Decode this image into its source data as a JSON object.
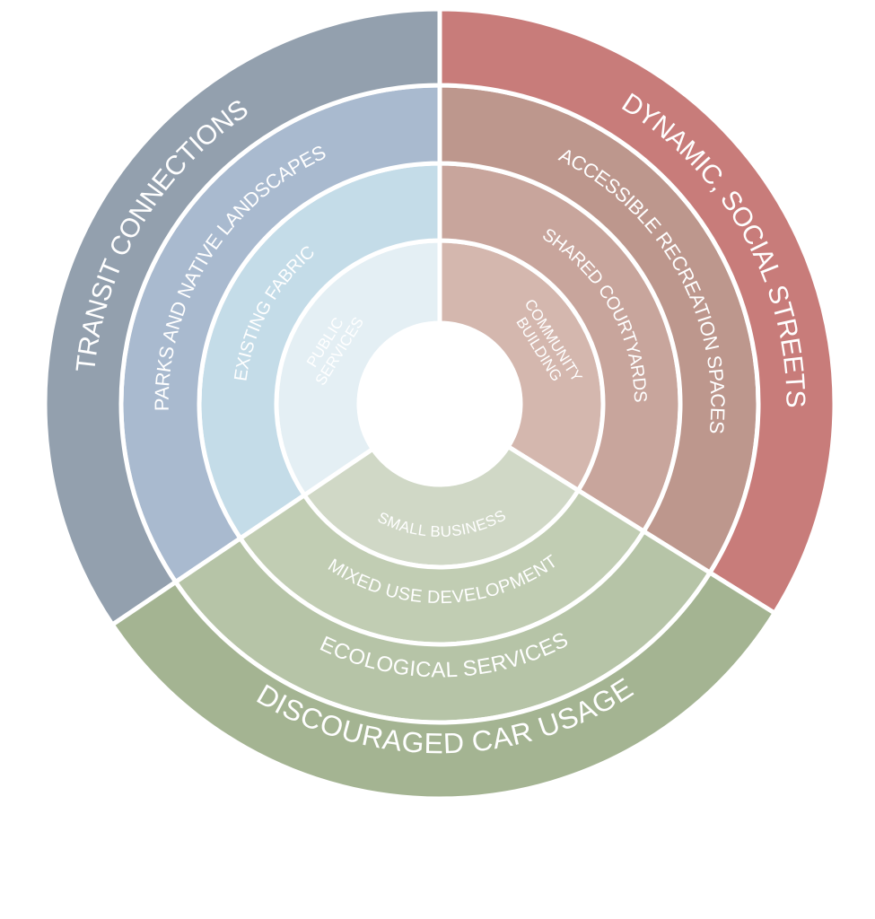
{
  "sectors": [
    {
      "key": "left",
      "rings": [
        {
          "label": "PUBLIC\nSERVICES",
          "color": "#e4eff4"
        },
        {
          "label": "EXISTING FABRIC",
          "color": "#c4dce8"
        },
        {
          "label": "PARKS AND NATIVE LANDSCAPES",
          "color": "#a9bacf"
        },
        {
          "label": "TRANSIT CONNECTIONS",
          "color": "#93a0ae"
        }
      ]
    },
    {
      "key": "right",
      "rings": [
        {
          "label": "COMMUNITY\nBUILDING",
          "color": "#d4b7ae"
        },
        {
          "label": "SHARED COURTYARDS",
          "color": "#c8a59c"
        },
        {
          "label": "ACCESSIBLE RECREATION SPACES",
          "color": "#bd978d"
        },
        {
          "label": "DYNAMIC, SOCIAL STREETS",
          "color": "#c87c7a"
        }
      ]
    },
    {
      "key": "bottom",
      "rings": [
        {
          "label": "SMALL BUSINESS",
          "color": "#d0d8c6"
        },
        {
          "label": "MIXED USE DEVELOPMENT",
          "color": "#c1cdb3"
        },
        {
          "label": "ECOLOGICAL SERVICES",
          "color": "#b6c4a7"
        },
        {
          "label": "DISCOURAGED CAR USAGE",
          "color": "#a4b492"
        }
      ]
    }
  ]
}
